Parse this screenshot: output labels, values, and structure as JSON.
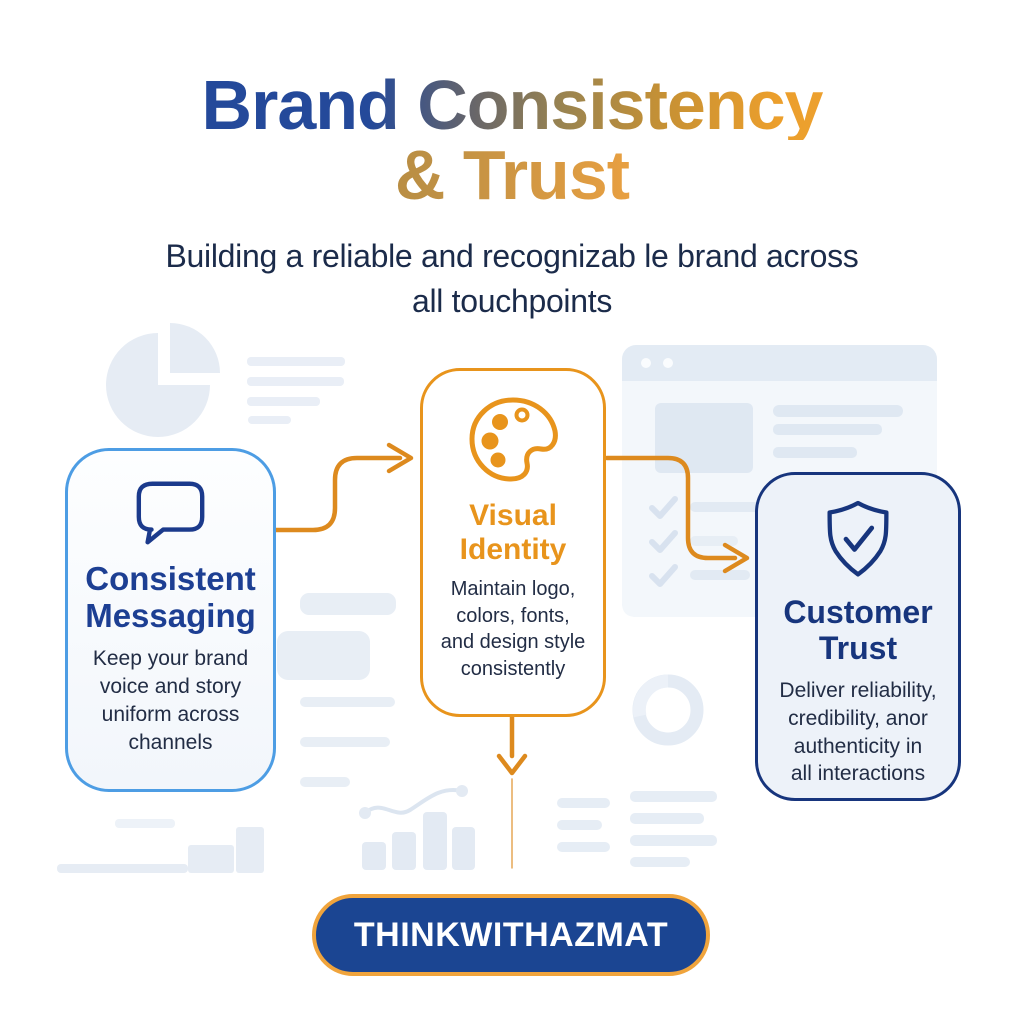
{
  "title": {
    "line1": "Brand Consistency",
    "line2": "& Trust"
  },
  "subtitle": "Building a reliable and recognizab le brand across\nall touchpoints",
  "cards": [
    {
      "id": "consistent-messaging",
      "icon": "speech-bubble-icon",
      "title": "Consistent\nMessaging",
      "body": "Keep your brand\nvoice and story\nuniform across\nchannels",
      "accent_color": "#4D9DE4",
      "title_color": "#1D3F93"
    },
    {
      "id": "visual-identity",
      "icon": "palette-icon",
      "title": "Visual\nIdentity",
      "body": "Maintain logo,\ncolors, fonts,\nand design style\nconsistently",
      "accent_color": "#E8941C",
      "title_color": "#E8941C"
    },
    {
      "id": "customer-trust",
      "icon": "shield-check-icon",
      "title": "Customer\nTrust",
      "body": "Deliver reliability,\ncredibility, anor\nauthenticity in\nall interactions",
      "accent_color": "#17357D",
      "title_color": "#17357D"
    }
  ],
  "cta": {
    "label": "THINKWITHAZMAT",
    "background_color": "#1B4592",
    "border_color": "#F0A43C"
  },
  "colors": {
    "navy": "#1D3F93",
    "dark_navy_border": "#17357D",
    "orange": "#E8941C",
    "arrow_orange": "#DD8A1E",
    "light_blue_border": "#4D9DE4",
    "gold": "#F0A43C",
    "subtitle_text": "#1B2B4A",
    "body_text": "#222D45",
    "decoration_fill": "#E7EDF5"
  },
  "decoration_icons": [
    "pie-chart-decoration",
    "browser-window-decoration",
    "donut-chart-decoration",
    "bar-chart-decoration",
    "sparkline-decoration",
    "checklist-decoration",
    "text-lines-decoration",
    "step-chart-decoration"
  ]
}
